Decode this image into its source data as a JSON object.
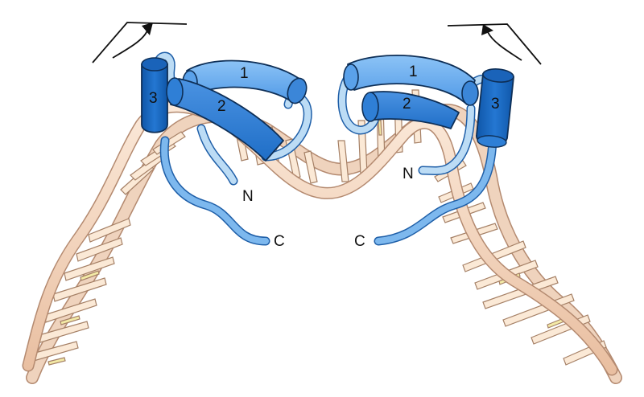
{
  "labels": {
    "helix_left_1": "1",
    "helix_left_2": "2",
    "helix_left_3": "3",
    "helix_right_1": "1",
    "helix_right_2": "2",
    "helix_right_3": "3",
    "n_left": "N",
    "c_left": "C",
    "n_right": "N",
    "c_right": "C"
  },
  "colors": {
    "dna_backbone": "#f6dcc9",
    "dna_stroke": "#b48a70",
    "dna_base": "#fbe9d6",
    "dna_base_stroke": "#a58066",
    "base_yellow": "#f3eaa6",
    "helix_light": "#64aaf0",
    "helix_mid": "#2e7fd6",
    "helix_dark": "#1666c4",
    "helix_stroke": "#0e2f57",
    "loop": "#8cc2ee",
    "loop_light": "#bcdcf5"
  }
}
